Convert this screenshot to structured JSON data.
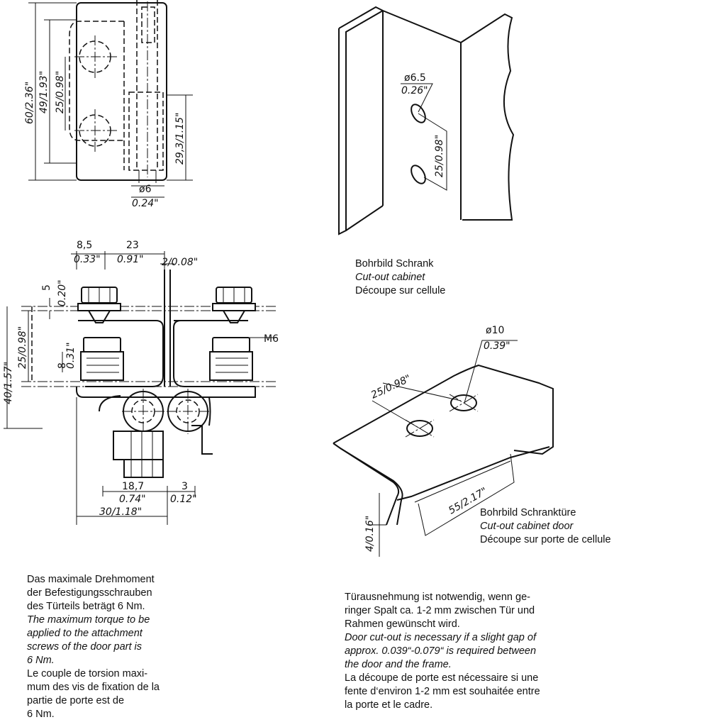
{
  "dims_top": {
    "total": "60/2.36\"",
    "center": "49/1.93\"",
    "holes": "25/0.98\"",
    "right": "29,3/1.15\"",
    "dia_mm": "ø6",
    "dia_in": "0.24\""
  },
  "dims_mid": {
    "d1_mm": "8,5",
    "d1_in": "0.33\"",
    "d2_mm": "23",
    "d2_in": "0.91\"",
    "d3": "2/0.08\"",
    "d4": "5",
    "d4_in": "0.20\"",
    "d5": "25/0.98\"",
    "d6": "40/1.57\"",
    "d7_mm": "8",
    "d7_in": "0.31\"",
    "thread": "M6",
    "d8_mm": "18,7",
    "d8_in": "0.74\"",
    "d9_mm": "3",
    "d9_in": "0.12\"",
    "d10": "30/1.18\""
  },
  "dims_cabinet": {
    "dia_mm": "ø6.5",
    "dia_in": "0.26\"",
    "holes": "25/0.98\""
  },
  "dims_door": {
    "dia_mm": "ø10",
    "dia_in": "0.39\"",
    "holes": "25/0.98\"",
    "length": "55/2.17\"",
    "depth": "4/0.16\""
  },
  "captions": {
    "cabinet": [
      "Bohrbild Schrank",
      "Cut-out cabinet",
      "Découpe sur cellule"
    ],
    "door": [
      "Bohrbild Schranktüre",
      "Cut-out cabinet door",
      "Découpe sur porte de cellule"
    ]
  },
  "notes": {
    "torque_de": [
      "Das maximale Drehmoment",
      "der Befestigungsschrauben",
      "des Türteils beträgt 6 Nm."
    ],
    "torque_en": [
      "The maximum torque to be",
      "applied to the attachment",
      "screws of the door part is",
      "6 Nm."
    ],
    "torque_fr": [
      "Le couple de torsion maxi-",
      "mum des vis de fixation de la",
      "partie de porte est de",
      "6 Nm."
    ],
    "gap_de": [
      "Türausnehmung ist notwendig, wenn ge-",
      "ringer Spalt ca. 1-2 mm zwischen Tür und",
      "Rahmen gewünscht wird."
    ],
    "gap_en": [
      "Door cut-out is necessary if a slight gap of",
      "approx. 0.039“-0.079“ is required between",
      "the door and the frame."
    ],
    "gap_fr": [
      "La découpe de porte est nécessaire si une",
      "fente d‘environ 1-2 mm est souhaitée entre",
      "la porte et le cadre."
    ]
  }
}
